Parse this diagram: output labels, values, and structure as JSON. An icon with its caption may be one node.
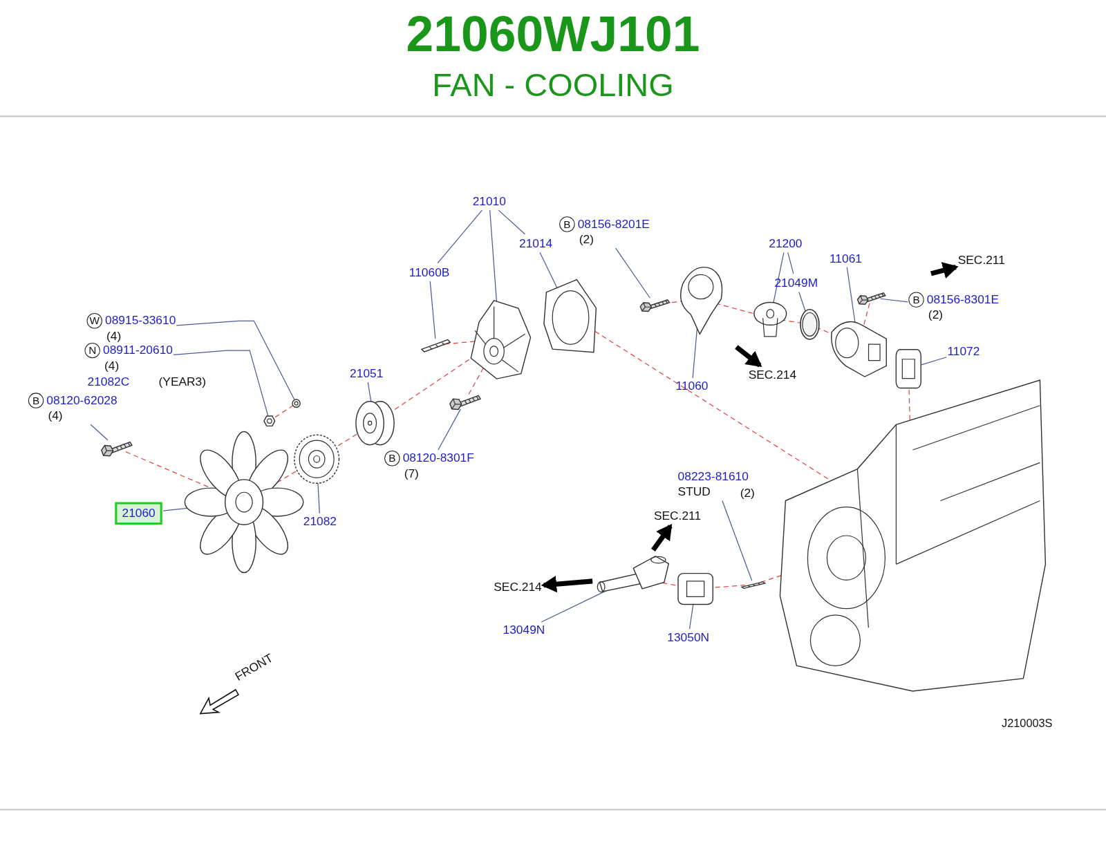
{
  "diagram": {
    "title": "21060WJ101",
    "nodes": [
      {
        "text": [
          "21010"
        ]
      },
      {
        "text": [
          "21014"
        ]
      },
      {
        "text": [
          "11060B"
        ]
      },
      {
        "text": [
          "B",
          "08156-8201E",
          "(2)"
        ]
      },
      {
        "text": [
          "21200"
        ]
      },
      {
        "text": [
          "21049M"
        ]
      },
      {
        "text": [
          "11061"
        ]
      },
      {
        "text": [
          "B",
          "08156-8301E",
          "(2)"
        ]
      },
      {
        "text": [
          "11072"
        ]
      },
      {
        "text": [
          "11060"
        ]
      },
      {
        "text": [
          "W",
          "08915-33610",
          "(4)"
        ]
      },
      {
        "text": [
          "N",
          "08911-20610",
          "(4)"
        ]
      },
      {
        "text": [
          "B",
          "08120-62028",
          "(4)"
        ]
      },
      {
        "text": [
          "21051"
        ]
      },
      {
        "text": [
          "B",
          "08120-8301F",
          "(7)"
        ]
      },
      {
        "text": [
          "21060"
        ]
      },
      {
        "text": [
          "21082"
        ]
      },
      {
        "text": [
          "08223-81610",
          "STUD",
          "(2)"
        ]
      },
      {
        "text": [
          "13049N"
        ]
      },
      {
        "text": [
          "13050N"
        ]
      },
      {
        "text": [
          "SEC.211"
        ]
      },
      {
        "text": [
          "SEC.214"
        ]
      },
      {
        "text": [
          "SEC.211"
        ]
      },
      {
        "text": [
          "SEC.214"
        ]
      },
      {
        "text": [],
        "shape": "picture"
      },
      {
        "text": [],
        "shape": "picture"
      },
      {
        "text": [],
        "shape": "picture"
      },
      {
        "text": [],
        "shape": "picture"
      },
      {
        "text": [],
        "shape": "picture"
      },
      {
        "text": [],
        "shape": "picture"
      },
      {
        "text": [],
        "shape": "picture"
      },
      {
        "text": [],
        "shape": "picture"
      },
      {
        "text": [],
        "shape": "picture"
      },
      {
        "text": [],
        "shape": "picture"
      },
      {
        "text": [],
        "shape": "picture"
      },
      {
        "text": [],
        "shape": "picture"
      },
      {
        "text": [],
        "shape": "picture"
      },
      {
        "text": [],
        "shape": "circle"
      },
      {
        "text": [],
        "shape": "picture"
      },
      {
        "text": [],
        "shape": "picture"
      },
      {
        "text": [],
        "shape": "picture"
      },
      {
        "text": [],
        "shape": "picture"
      },
      {
        "text": [],
        "shape": "picture"
      },
      {
        "text": [],
        "shape": "picture"
      },
      {
        "text": [],
        "shape": "picture"
      }
    ],
    "edges": [
      {
        "from": 0,
        "to": 27,
        "arrow": "none"
      },
      {
        "from": 0,
        "to": 2,
        "arrow": "none"
      },
      {
        "from": 0,
        "to": 1,
        "arrow": "none"
      },
      {
        "from": 1,
        "to": 28,
        "arrow": "none"
      },
      {
        "from": 2,
        "to": 29,
        "arrow": "none"
      },
      {
        "from": 3,
        "to": 34,
        "arrow": "none"
      },
      {
        "from": 4,
        "to": 36,
        "arrow": "none"
      },
      {
        "from": 4,
        "to": 5,
        "arrow": "none"
      },
      {
        "from": 5,
        "to": 37,
        "arrow": "none"
      },
      {
        "from": 6,
        "to": 38,
        "arrow": "none"
      },
      {
        "from": 7,
        "to": 39,
        "arrow": "none"
      },
      {
        "from": 8,
        "to": 40,
        "arrow": "none"
      },
      {
        "from": 9,
        "to": 35,
        "arrow": "none"
      },
      {
        "from": 10,
        "to": 33,
        "arrow": "none"
      },
      {
        "from": 11,
        "to": 32,
        "arrow": "none"
      },
      {
        "from": 12,
        "to": 31,
        "arrow": "none"
      },
      {
        "from": 13,
        "to": 26,
        "arrow": "none"
      },
      {
        "from": 14,
        "to": 30,
        "arrow": "none"
      },
      {
        "from": 15,
        "to": 24,
        "arrow": "none"
      },
      {
        "from": 16,
        "to": 25,
        "arrow": "none"
      },
      {
        "from": 17,
        "to": 43,
        "arrow": "none"
      },
      {
        "from": 18,
        "to": 41,
        "arrow": "none"
      },
      {
        "from": 19,
        "to": 42,
        "arrow": "none"
      },
      {
        "from": 31,
        "to": 24,
        "arrow": "none",
        "style": "dashed",
        "color": "#e8413c"
      },
      {
        "from": 24,
        "to": 25,
        "arrow": "none",
        "style": "dashed",
        "color": "#e8413c"
      },
      {
        "from": 25,
        "to": 26,
        "arrow": "none",
        "style": "dashed",
        "color": "#e8413c"
      },
      {
        "from": 26,
        "to": 27,
        "arrow": "none",
        "style": "dashed",
        "color": "#e8413c"
      },
      {
        "from": 29,
        "to": 27,
        "arrow": "none",
        "style": "dashed",
        "color": "#e8413c"
      },
      {
        "from": 30,
        "to": 27,
        "arrow": "none",
        "style": "dashed",
        "color": "#e8413c"
      },
      {
        "from": 33,
        "to": 32,
        "arrow": "none",
        "style": "dashed",
        "color": "#e8413c"
      },
      {
        "from": 28,
        "to": 44,
        "arrow": "none",
        "style": "dashed",
        "color": "#e8413c"
      },
      {
        "from": 34,
        "to": 35,
        "arrow": "none",
        "style": "dashed",
        "color": "#e8413c"
      },
      {
        "from": 35,
        "to": 36,
        "arrow": "none",
        "style": "dashed",
        "color": "#e8413c"
      },
      {
        "from": 36,
        "to": 37,
        "arrow": "none",
        "style": "dashed",
        "color": "#e8413c"
      },
      {
        "from": 37,
        "to": 38,
        "arrow": "none",
        "style": "dashed",
        "color": "#e8413c"
      },
      {
        "from": 39,
        "to": 38,
        "arrow": "none",
        "style": "dashed",
        "color": "#e8413c"
      },
      {
        "from": 40,
        "to": 44,
        "arrow": "none",
        "style": "dashed",
        "color": "#e8413c"
      },
      {
        "from": 41,
        "to": 42,
        "arrow": "none",
        "style": "dashed",
        "color": "#e8413c"
      },
      {
        "from": 42,
        "to": 43,
        "arrow": "none",
        "style": "dashed",
        "color": "#e8413c"
      },
      {
        "from": 43,
        "to": 44,
        "arrow": "none",
        "style": "dashed",
        "color": "#e8413c"
      },
      {
        "from": null,
        "to": 20,
        "arrow": "to",
        "style": "thick",
        "color": "#000000"
      },
      {
        "from": null,
        "to": 21,
        "arrow": "to",
        "style": "thick",
        "color": "#000000"
      },
      {
        "from": 41,
        "to": 22,
        "arrow": "to",
        "style": "thick",
        "color": "#000000"
      },
      {
        "from": 41,
        "to": 23,
        "arrow": "to",
        "style": "thick",
        "color": "#000000"
      }
    ],
    "labels": [
      "FAN - COOLING",
      "21082C",
      "(YEAR3)",
      "FRONT",
      "J210003S"
    ]
  }
}
